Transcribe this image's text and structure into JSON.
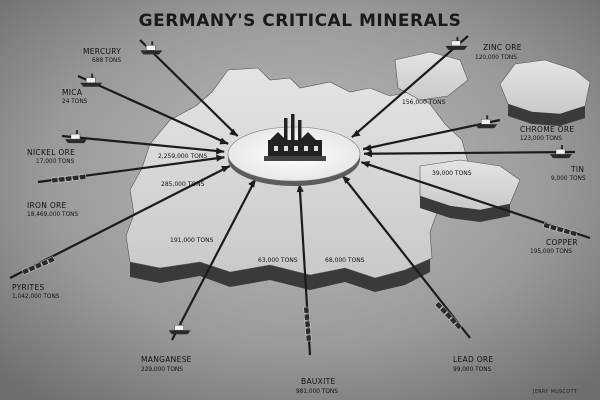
{
  "title": "GERMANY'S CRITICAL MINERALS",
  "credit": "JERRY MUSCOTT",
  "minerals": [
    {
      "name": "MERCURY",
      "quantity": "688 TONS"
    },
    {
      "name": "MICA",
      "quantity": "24 TONS"
    },
    {
      "name": "NICKEL ORE",
      "quantity": "17,000 TONS"
    },
    {
      "name": "IRON ORE",
      "quantity": "18,469,000 TONS"
    },
    {
      "name": "PYRITES",
      "quantity": "1,042,000 TONS"
    },
    {
      "name": "MANGANESE",
      "quantity": "229,000 TONS"
    },
    {
      "name": "BAUXITE",
      "quantity": "981,000 TONS"
    },
    {
      "name": "LEAD ORE",
      "quantity": "99,000 TONS"
    },
    {
      "name": "COPPER",
      "quantity": "195,000 TONS"
    },
    {
      "name": "TIN",
      "quantity": "9,000 TONS"
    },
    {
      "name": "CHROME ORE",
      "quantity": "123,000 TONS"
    },
    {
      "name": "ZINC ORE",
      "quantity": "120,000 TONS"
    }
  ],
  "inner_labels": [
    "2,259,000 TONS",
    "285,000 TONS",
    "191,000 TONS",
    "63,000 TONS",
    "68,000 TONS",
    "39,000 TONS",
    "156,000 TONS"
  ]
}
